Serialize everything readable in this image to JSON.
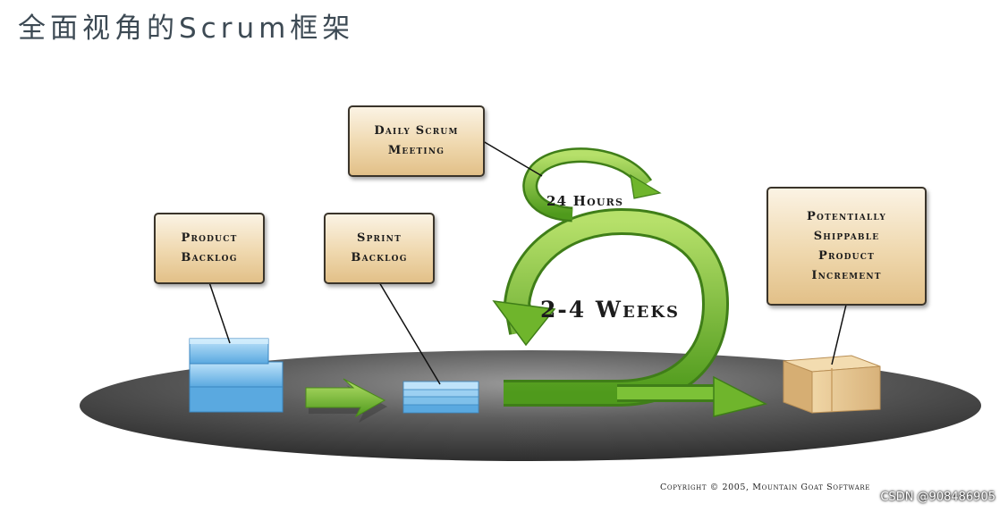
{
  "title": "全面视角的Scrum框架",
  "nodes": {
    "product_backlog": [
      "Product",
      "Backlog"
    ],
    "sprint_backlog": [
      "Sprint",
      "Backlog"
    ],
    "daily_scrum": [
      "Daily Scrum",
      "Meeting"
    ],
    "increment": [
      "Potentially",
      "Shippable",
      "Product",
      "Increment"
    ]
  },
  "cycle_labels": {
    "daily": "24 Hours",
    "sprint": "2-4 Weeks"
  },
  "copyright": "Copyright © 2005, Mountain Goat Software",
  "watermark": "CSDN @908486905",
  "colors": {
    "arrow_green": "#6fb52c",
    "box_fill": "#efd8ae",
    "backlog_blue": "#7fc0ea",
    "platform": "#4a4a4a",
    "crate": "#e6c590"
  }
}
